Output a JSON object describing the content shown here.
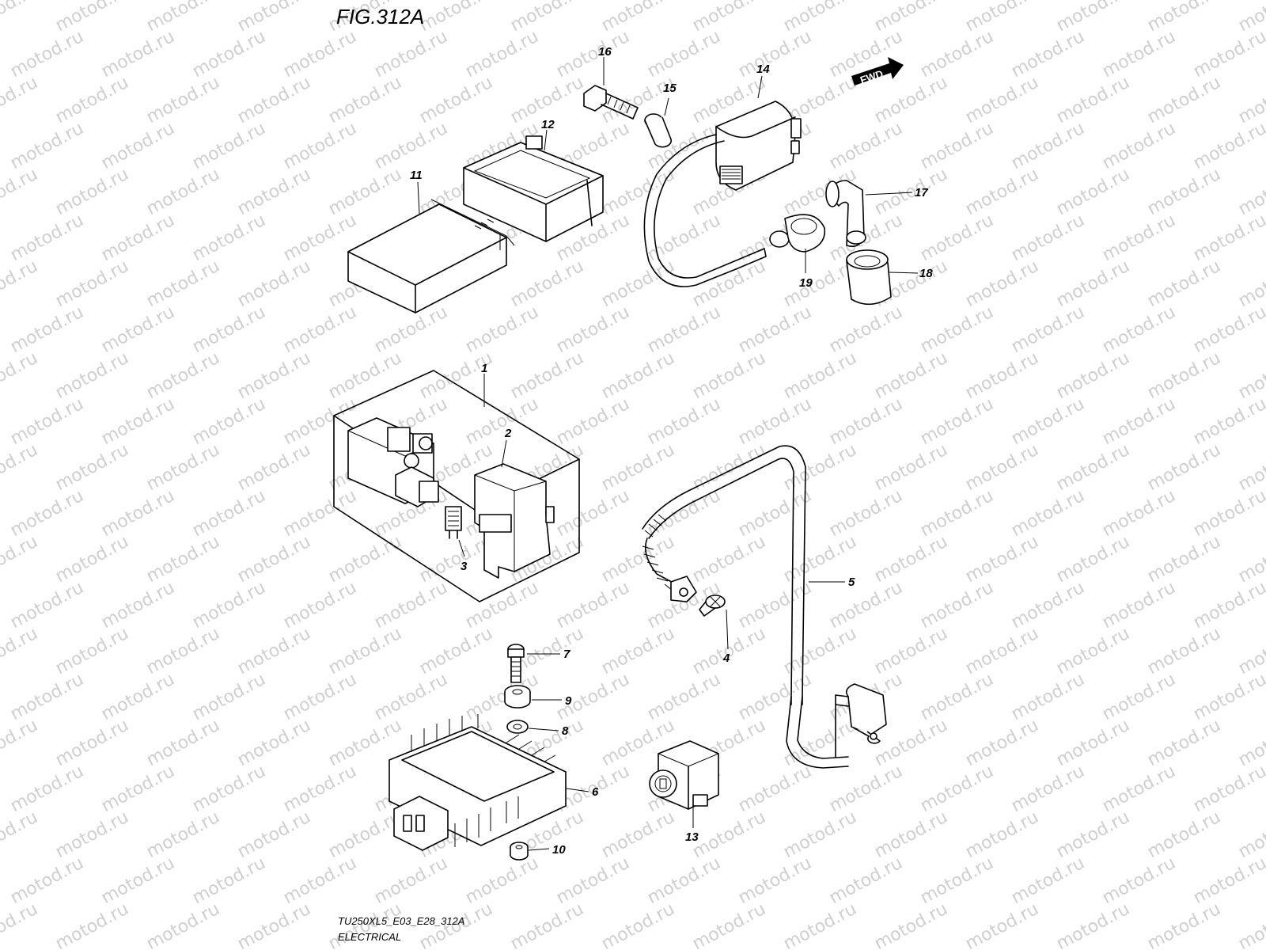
{
  "figure": {
    "title": "FIG.312A",
    "watermark": "motod.ru",
    "fwd_label": "FWD",
    "footer_code": "TU250XL5_E03_E28_312A",
    "footer_name": "ELECTRICAL"
  },
  "callouts": {
    "c1": "1",
    "c2": "2",
    "c3": "3",
    "c4": "4",
    "c5": "5",
    "c6": "6",
    "c7": "7",
    "c8": "8",
    "c9": "9",
    "c10": "10",
    "c11": "11",
    "c12": "12",
    "c13": "13",
    "c14": "14",
    "c15": "15",
    "c16": "16",
    "c17": "17",
    "c18": "18",
    "c19": "19"
  }
}
